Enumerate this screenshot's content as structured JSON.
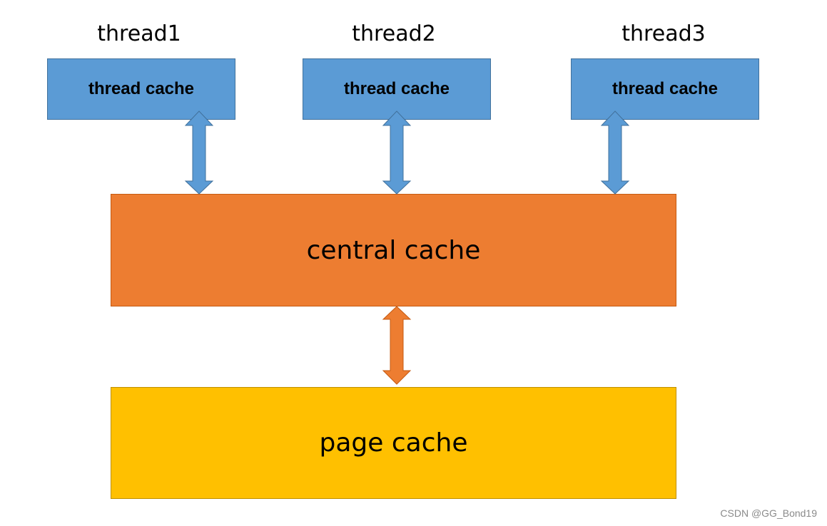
{
  "threads": [
    {
      "label": "thread1",
      "cache_label": "thread cache"
    },
    {
      "label": "thread2",
      "cache_label": "thread cache"
    },
    {
      "label": "thread3",
      "cache_label": "thread cache"
    }
  ],
  "central_cache": {
    "label": "central cache"
  },
  "page_cache": {
    "label": "page cache"
  },
  "watermark": "CSDN @GG_Bond19",
  "colors": {
    "thread_cache_fill": "#5b9bd5",
    "central_cache_fill": "#ed7d31",
    "page_cache_fill": "#ffc000",
    "blue_arrow": "#5b9bd5",
    "orange_arrow": "#ed7d31"
  }
}
